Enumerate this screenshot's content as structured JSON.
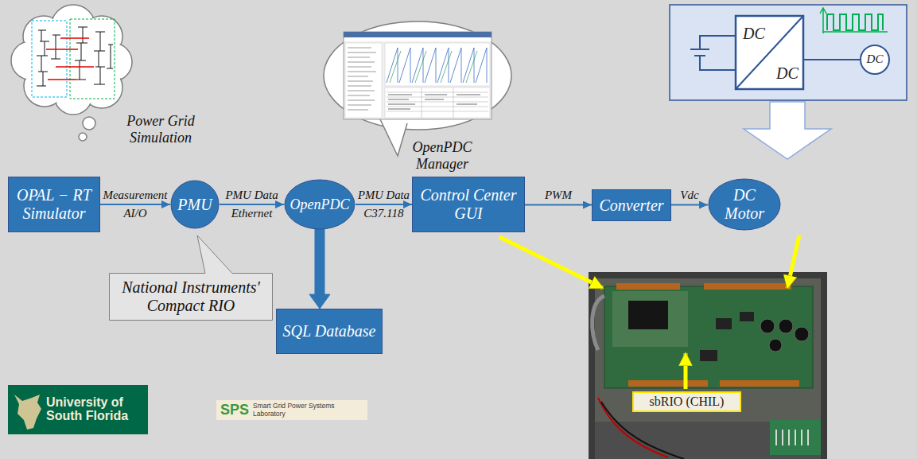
{
  "diagram": {
    "nodes": [
      {
        "text": [
          "OPAL − RT Simulator"
        ]
      },
      {
        "text": [
          "PMU"
        ]
      },
      {
        "text": [
          "OpenPDC"
        ]
      },
      {
        "text": [
          "Control Center GUI"
        ]
      },
      {
        "text": [
          "Converter"
        ]
      },
      {
        "text": [
          "DC Motor"
        ]
      },
      {
        "text": [
          "National Instruments' Compact RIO"
        ]
      },
      {
        "text": [
          "SQL Database"
        ]
      },
      {
        "text": [
          "sbRIO (CHIL)"
        ]
      }
    ],
    "edges": [
      {
        "from": 0,
        "to": 1,
        "arrow": "to",
        "label": "Measurement"
      },
      {
        "from": 1,
        "to": 2,
        "arrow": "to",
        "label": "PMU Data"
      },
      {
        "from": 2,
        "to": 3,
        "arrow": "to",
        "label": "PMU Data"
      },
      {
        "from": 3,
        "to": 4,
        "arrow": "to",
        "label": "PWM"
      },
      {
        "from": 4,
        "to": 5,
        "arrow": "to",
        "label": "Vdc"
      },
      {
        "from": 2,
        "to": 7,
        "arrow": "to"
      }
    ],
    "labels": [
      "DC",
      "DC",
      "DC",
      "Power Grid Simulation",
      "OpenPDC Manager",
      "AI/O",
      "Ethernet",
      "C37.118",
      "University of South Florida",
      "SPS",
      "Smart Grid Power Systems Laboratory"
    ]
  }
}
